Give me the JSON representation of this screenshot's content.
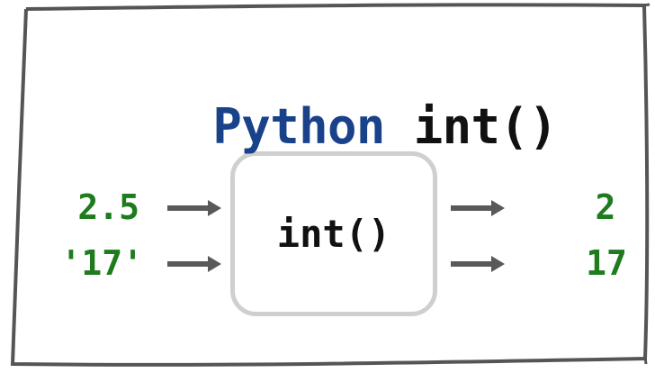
{
  "title": {
    "product": "Python",
    "function": "int()"
  },
  "function_box": {
    "label": "int()"
  },
  "io_rows": [
    {
      "input": "2.5",
      "output": "2"
    },
    {
      "input": "'17'",
      "output": "17"
    }
  ],
  "colors": {
    "title_product": "#1a428a",
    "title_function": "#111111",
    "value_green": "#1e7b1e",
    "arrow_gray": "#595959",
    "box_border": "#cfcfcf",
    "frame_border": "#555555",
    "background": "#ffffff"
  }
}
